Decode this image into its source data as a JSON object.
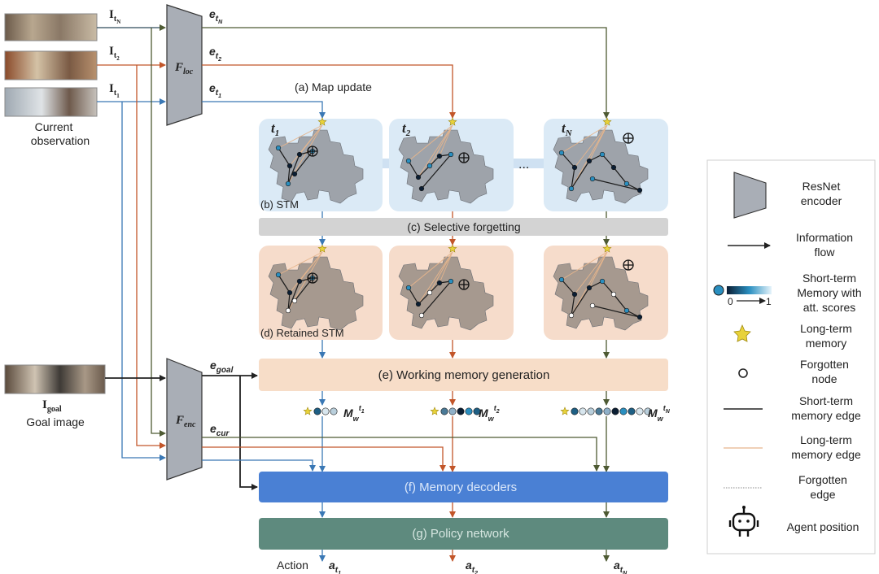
{
  "inputs": {
    "obs_tN_label": "I",
    "obs_tN_sub": "t",
    "obs_tN_subsub": "N",
    "obs_t2_label": "I",
    "obs_t2_sub": "t",
    "obs_t2_subsub": "2",
    "obs_t1_label": "I",
    "obs_t1_sub": "t",
    "obs_t1_subsub": "1",
    "current_obs_line1": "Current",
    "current_obs_line2": "observation",
    "goal_label": "I",
    "goal_sub": "goal",
    "goal_caption": "Goal image"
  },
  "encoders": {
    "loc_label": "F",
    "loc_sub": "loc",
    "enc_label": "F",
    "enc_sub": "enc"
  },
  "embeddings": {
    "e_tN": "e",
    "e_tN_sub": "t",
    "e_tN_subsub": "N",
    "e_t2": "e",
    "e_t2_sub": "t",
    "e_t2_subsub": "2",
    "e_t1": "e",
    "e_t1_sub": "t",
    "e_t1_subsub": "1",
    "e_goal": "e",
    "e_goal_sub": "goal",
    "e_cur": "e",
    "e_cur_sub": "cur"
  },
  "stages": {
    "map_update": "(a) Map update",
    "stm": "(b) STM",
    "selective_forgetting": "(c) Selective forgetting",
    "retained_stm": "(d) Retained STM",
    "working_memory": "(e) Working memory generation",
    "memory_decoders": "(f) Memory decoders",
    "policy_network": "(g) Policy network"
  },
  "time_labels": {
    "t1": "t",
    "t1_sub": "1",
    "t2": "t",
    "t2_sub": "2",
    "tN": "t",
    "tN_sub": "N",
    "ellipsis": "..."
  },
  "working_memory_labels": {
    "m": "M",
    "m_sub": "w",
    "t1_sup": "t",
    "t1_supsub": "1",
    "t2_sup": "t",
    "t2_supsub": "2",
    "tN_sup": "t",
    "tN_supsub": "N"
  },
  "actions": {
    "action_label": "Action",
    "a": "a",
    "a1_sub": "t",
    "a1_subsub": "1",
    "a2_sub": "t",
    "a2_subsub": "2",
    "aN_sub": "t",
    "aN_subsub": "N"
  },
  "legend": {
    "resnet_line1": "ResNet",
    "resnet_line2": "encoder",
    "info_line1": "Information",
    "info_line2": "flow",
    "stm_line1": "Short-term",
    "stm_line2": "Memory with",
    "stm_line3": "att. scores",
    "scale_min": "0",
    "scale_max": "1",
    "ltm_line1": "Long-term",
    "ltm_line2": "memory",
    "forgotten_line1": "Forgotten",
    "forgotten_line2": "node",
    "stm_edge_line1": "Short-term",
    "stm_edge_line2": "memory edge",
    "ltm_edge_line1": "Long-term",
    "ltm_edge_line2": "memory edge",
    "forgotten_edge_line1": "Forgotten",
    "forgotten_edge_line2": "edge",
    "agent_label": "Agent position"
  },
  "colors": {
    "blue_flow": "#3a78b5",
    "orange_flow": "#c2562a",
    "olive_flow": "#4e5a33",
    "stm_bg": "#dbeaf6",
    "retained_bg": "#f6dccb",
    "forgetting_bar": "#d3d3d3",
    "working_bar": "#f7ddc8",
    "decoder_bar": "#4a80d4",
    "policy_bar": "#5e8a7e",
    "encoder_fill": "#a9aeb6",
    "map_gray": "#9ea3aa",
    "map_tan": "#a6998f"
  }
}
